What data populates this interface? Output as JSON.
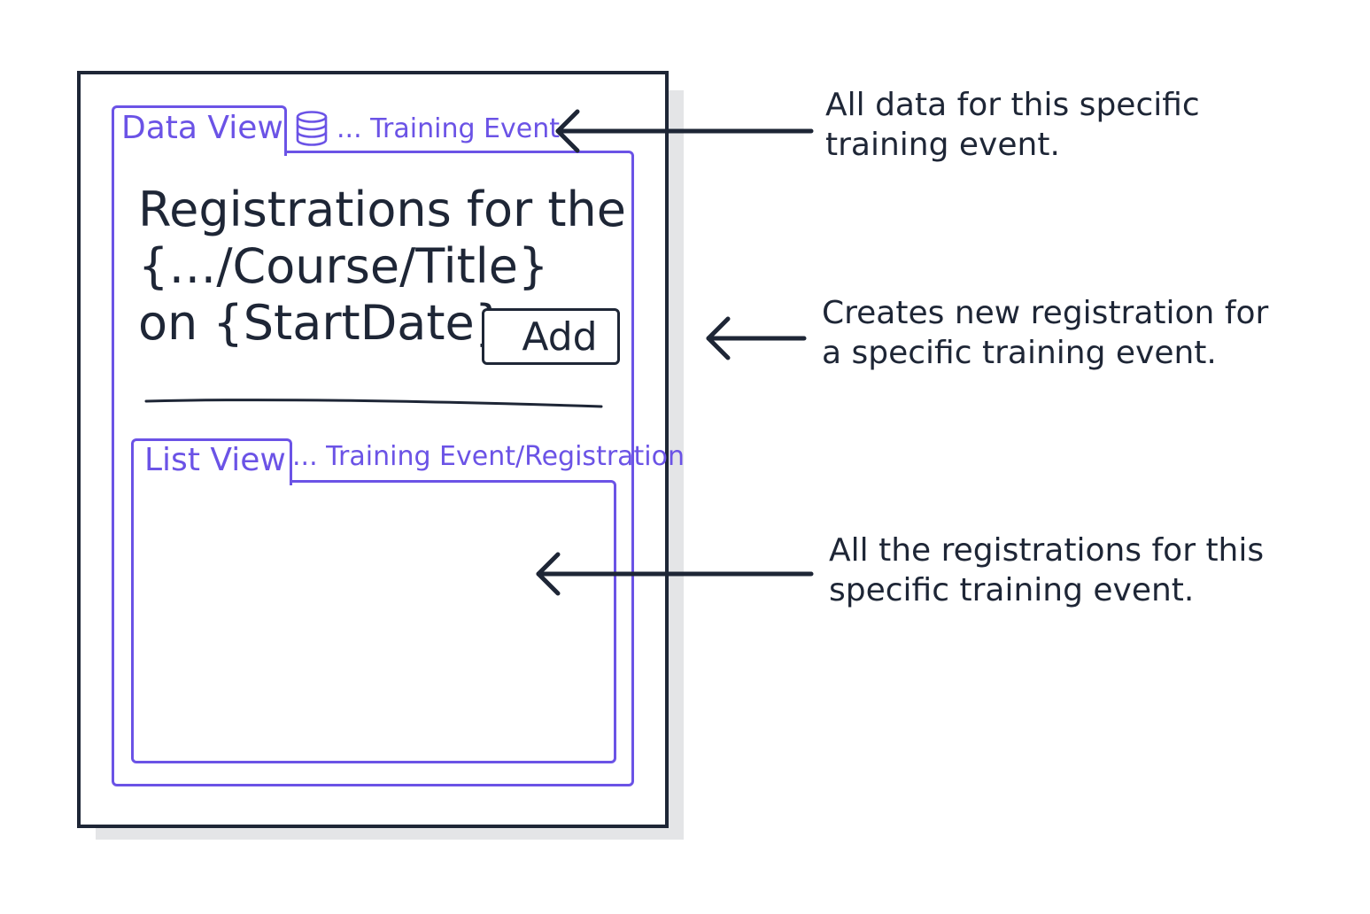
{
  "data_view": {
    "tab_label": "Data View",
    "source": "... Training Event",
    "icon": "database-icon",
    "heading_lines": [
      "Registrations for the",
      "{…/Course/Title}",
      "on {StartDate}"
    ],
    "add_button_label": "Add"
  },
  "list_view": {
    "tab_label": "List View",
    "source": "... Training Event/Registration"
  },
  "annotations": [
    {
      "lines": [
        "All data for this specific",
        "training event."
      ]
    },
    {
      "lines": [
        "Creates new registration for",
        "a specific training event."
      ]
    },
    {
      "lines": [
        "All the registrations for this",
        "specific training event."
      ]
    }
  ],
  "colors": {
    "accent": "#6b53e6",
    "ink": "#1e2636",
    "shadow": "#e4e5e7"
  }
}
